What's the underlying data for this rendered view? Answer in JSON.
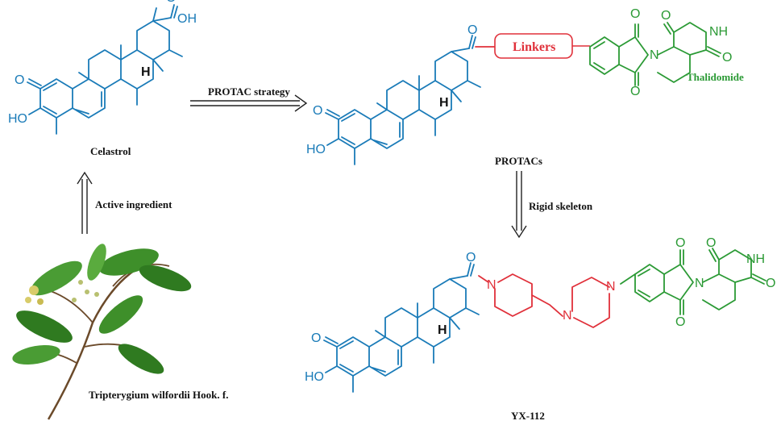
{
  "labels": {
    "celastrol": "Celastrol",
    "protac_strategy": "PROTAC strategy",
    "protacs": "PROTACs",
    "rigid_skeleton": "Rigid skeleton",
    "active_ingredient": "Active ingredient",
    "plant_name": "Tripterygium wilfordii Hook. f.",
    "yx112": "YX-112",
    "linkers": "Linkers",
    "thalidomide": "Thalidomide"
  },
  "atoms": {
    "oh_acid": "OH",
    "o": "O",
    "ho": "HO",
    "h": "H",
    "n": "N",
    "nh": "NH"
  },
  "colors": {
    "celastrol": "#1a7bb8",
    "thalidomide": "#2b9a35",
    "linker": "#e0303a",
    "plant_leaf": "#3e8f2a"
  }
}
